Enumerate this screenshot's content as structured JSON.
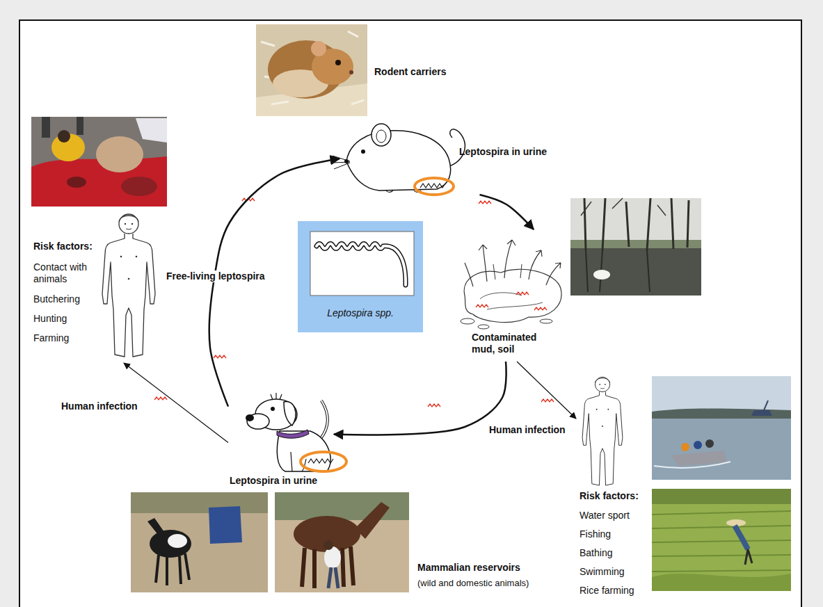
{
  "diagram": {
    "nodes": [
      {
        "text": [
          "Leptospira in urine"
        ]
      },
      {
        "text": [
          "Contaminated mud, soil"
        ]
      },
      {
        "text": [
          "Leptospira in urine"
        ]
      },
      {
        "text": [
          "Risk factors:",
          "Contact with animals",
          "Butchering",
          "Hunting",
          "Farming"
        ]
      },
      {
        "text": [
          "Risk factors:",
          "Water sport",
          "Fishing",
          "Bathing",
          "Swimming",
          "Rice farming"
        ]
      },
      {
        "text": [
          "Leptospira spp."
        ]
      }
    ],
    "edges": [
      {
        "from": 0,
        "to": 1,
        "arrow": "to"
      },
      {
        "from": 1,
        "to": 2,
        "arrow": "to"
      },
      {
        "from": 2,
        "to": 0,
        "label": "Free-living leptospira",
        "arrow": "to"
      },
      {
        "from": 2,
        "to": 3,
        "label": "Human infection",
        "arrow": "to"
      },
      {
        "from": 1,
        "to": 4,
        "label": "Human infection",
        "arrow": "to"
      }
    ],
    "labels": [
      "Rodent carriers",
      "Mammalian reservoirs",
      "(wild and domestic animals)"
    ]
  }
}
